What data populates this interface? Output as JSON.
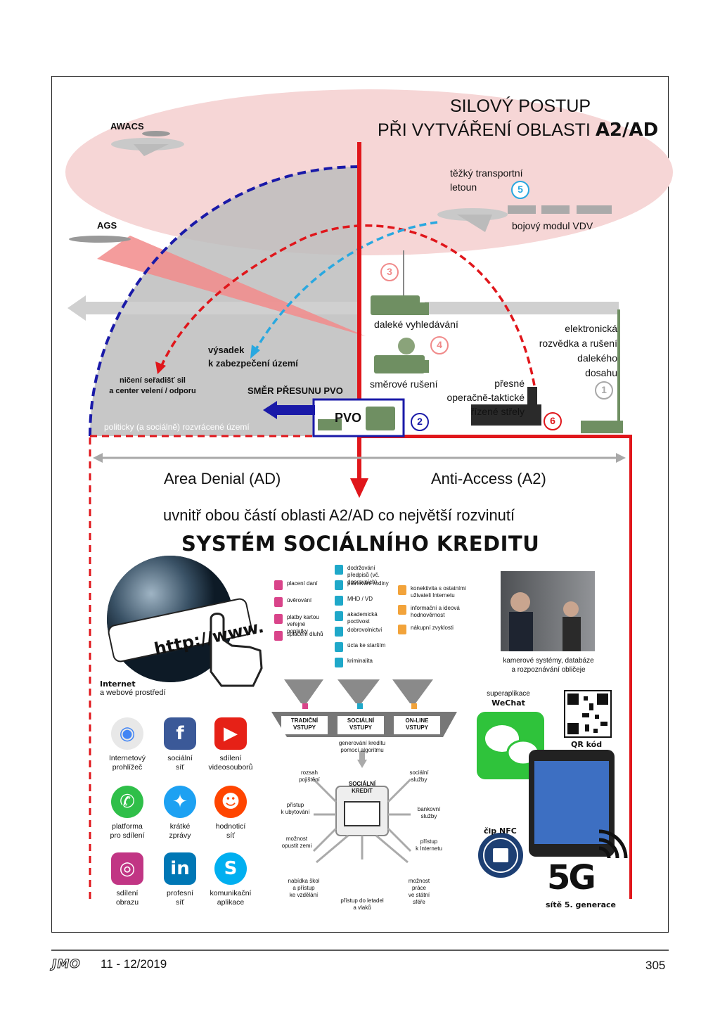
{
  "title": {
    "line1": "SILOVÝ POSTUP",
    "line2": "PŘI VYTVÁŘENÍ OBLASTI",
    "line2_bold": "A2/AD"
  },
  "colors": {
    "red": "#e0161b",
    "blue": "#1a1aa8",
    "lightblue": "#29a8e0",
    "pink": "#f3cfcf",
    "gray": "#a8a8a8",
    "salmon": "#f08a8a"
  },
  "top": {
    "awacs": "AWACS",
    "ags": "AGS",
    "transport": [
      "těžký transportní",
      "letoun"
    ],
    "bojovy_modul": "bojový modul VDV",
    "dalekeVyhledavani": "daleké vyhledávání",
    "elektronicka": [
      "elektronická",
      "rozvědka a rušení",
      "dalekého",
      "dosahu"
    ],
    "vysadek": [
      "výsadek",
      "k zabezpečení území"
    ],
    "niceni": [
      "ničení seřadišť sil",
      "a center velení / odporu"
    ],
    "smer": "SMĚR PŘESUNU PVO",
    "pvo": "PVO",
    "smerove": "směrové rušení",
    "presne": [
      "přesné",
      "operačně-taktické",
      "řízené střely"
    ],
    "politicky": "politicky (a sociálně) rozvrácené území",
    "numbers": [
      "1",
      "2",
      "3",
      "4",
      "5",
      "6"
    ]
  },
  "mid": {
    "area_denial": "Area Denial (AD)",
    "anti_access": "Anti-Access (A2)",
    "uvnitr": "uvnitř obou částí oblasti A2/AD co největší rozvinutí",
    "system": "SYSTÉM SOCIÁLNÍHO KREDITU"
  },
  "social": {
    "internet_bold": "Internet",
    "internet_rest": "a webové prostředí",
    "url": "http://www.",
    "apps": [
      {
        "icon": "chrome-icon",
        "label": [
          "Internetový",
          "prohlížeč"
        ]
      },
      {
        "icon": "facebook-icon",
        "label": [
          "sociální",
          "síť"
        ]
      },
      {
        "icon": "youtube-icon",
        "label": [
          "sdílení",
          "videosouborů"
        ]
      },
      {
        "icon": "whatsapp-icon",
        "label": [
          "platforma",
          "pro sdílení"
        ]
      },
      {
        "icon": "twitter-icon",
        "label": [
          "krátké",
          "zprávy"
        ]
      },
      {
        "icon": "reddit-icon",
        "label": [
          "hodnoticí",
          "síť"
        ]
      },
      {
        "icon": "instagram-icon",
        "label": [
          "sdílení",
          "obrazu"
        ]
      },
      {
        "icon": "linkedin-icon",
        "label": [
          "profesní",
          "síť"
        ]
      },
      {
        "icon": "skype-icon",
        "label": [
          "komunikační",
          "aplikace"
        ]
      }
    ],
    "col1": [
      "placení daní",
      "úvěrování",
      "platby kartou veřejné poplatky",
      "splácení dluhů"
    ],
    "col2": [
      "dodržování předpisů (vč. dopravních)",
      "plánování rodiny",
      "MHD / VD",
      "akademická poctivost",
      "dobrovolnictví",
      "úcta ke starším",
      "kriminalita"
    ],
    "col3": [
      "konektivita s ostatními uživateli Internetu",
      "informační a ideová hodnověrnost",
      "nákupní zvyklosti"
    ],
    "inputs": [
      [
        "TRADIČNÍ",
        "VSTUPY"
      ],
      [
        "SOCIÁLNÍ",
        "VSTUPY"
      ],
      [
        "ON-LINE",
        "VSTUPY"
      ]
    ],
    "generovani": [
      "generování kreditu",
      "pomocí algoritmu"
    ],
    "kredit": [
      "SOCIÁLNÍ",
      "KREDIT"
    ],
    "left_effects": [
      [
        "rozsah",
        "pojištění"
      ],
      [
        "přístup",
        "k ubytování"
      ],
      [
        "možnost",
        "opustit zemi"
      ]
    ],
    "right_effects": [
      [
        "sociální",
        "služby"
      ],
      [
        "bankovní",
        "služby"
      ],
      [
        "přístup",
        "k Internetu"
      ]
    ],
    "bottom_effects": [
      [
        "nabídka škol",
        "a přístup",
        "ke vzdělání"
      ],
      [
        "přístup do letadel",
        "a vlaků"
      ],
      [
        "možnost",
        "práce",
        "ve státní",
        "sféře"
      ]
    ],
    "camera": [
      "kamerové systémy, databáze",
      "a rozpoznávání obličeje"
    ],
    "superaplikace": "superaplikace",
    "wechat": "WeChat",
    "qr": "QR kód",
    "nfc": "čip NFC",
    "fiveg": "5G",
    "fiveg_sub": "sítě 5. generace"
  },
  "footer": {
    "logo": "JMO",
    "issue": "11 - 12/2019",
    "page": "305"
  }
}
